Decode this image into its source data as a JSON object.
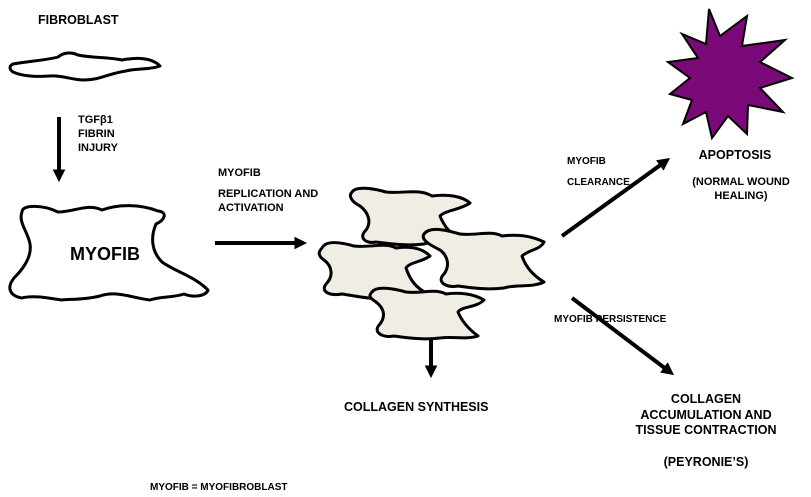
{
  "labels": {
    "fibroblast": "FIBROBLAST",
    "factors": [
      "TGFβ1",
      "FIBRIN",
      "INJURY"
    ],
    "myofib_cell": "MYOFIB",
    "replication": [
      "MYOFIB",
      "REPLICATION AND",
      "ACTIVATION"
    ],
    "collagen_synthesis": "COLLAGEN SYNTHESIS",
    "clearance": [
      "MYOFIB",
      "CLEARANCE"
    ],
    "apoptosis": "APOPTOSIS",
    "normal_healing": [
      "(NORMAL WOUND",
      "HEALING)"
    ],
    "persistence": "MYOFIB PERSISTENCE",
    "collagen_accumulation": [
      "COLLAGEN",
      "ACCUMULATION AND",
      "TISSUE CONTRACTION"
    ],
    "peyronies": "(PEYRONIE’S)",
    "legend": "MYOFIB = MYOFIBROBLAST"
  },
  "colors": {
    "ink": "#000000",
    "cell_fill": "#efede4",
    "apoptosis_star": "#7a0a78"
  }
}
